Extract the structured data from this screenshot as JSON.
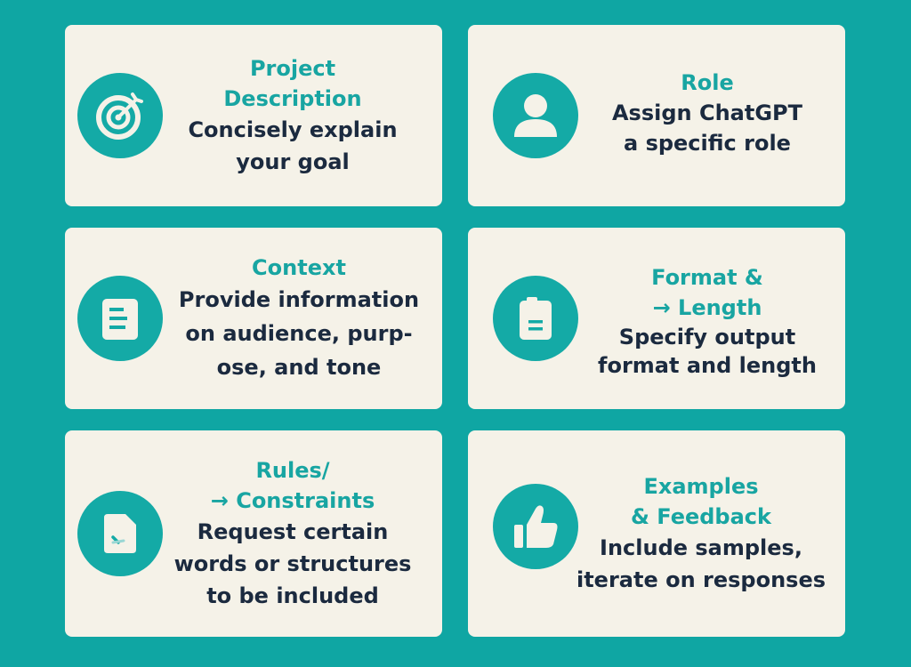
{
  "cards": [
    {
      "icon": "target-icon",
      "title_lines": [
        "Project",
        "Description"
      ],
      "desc_lines": [
        "Concisely explain",
        "your goal"
      ]
    },
    {
      "icon": "user-icon",
      "title_lines": [
        "Role"
      ],
      "desc_lines": [
        "Assign ChatGPT",
        "a specific role"
      ]
    },
    {
      "icon": "document-icon",
      "title_lines": [
        "Context"
      ],
      "desc_lines": [
        "Provide information",
        "on audience, purp-",
        "ose, and tone"
      ]
    },
    {
      "icon": "page-icon",
      "title_lines": [
        "Format &",
        "→ Length"
      ],
      "desc_lines": [
        "Specify output",
        "format and length"
      ]
    },
    {
      "icon": "note-icon",
      "title_lines": [
        "Rules/",
        "→ Constraints"
      ],
      "desc_lines": [
        "Request certain",
        "words or structures",
        "to be included"
      ]
    },
    {
      "icon": "thumbs-up-icon",
      "title_lines": [
        "Examples",
        "& Feedback"
      ],
      "desc_lines": [
        "Include samples,",
        "iterate on responses"
      ]
    }
  ],
  "colors": {
    "background": "#0fa6a3",
    "card": "#f5f2e8",
    "title": "#18a5a2",
    "text": "#1b2a3f"
  }
}
